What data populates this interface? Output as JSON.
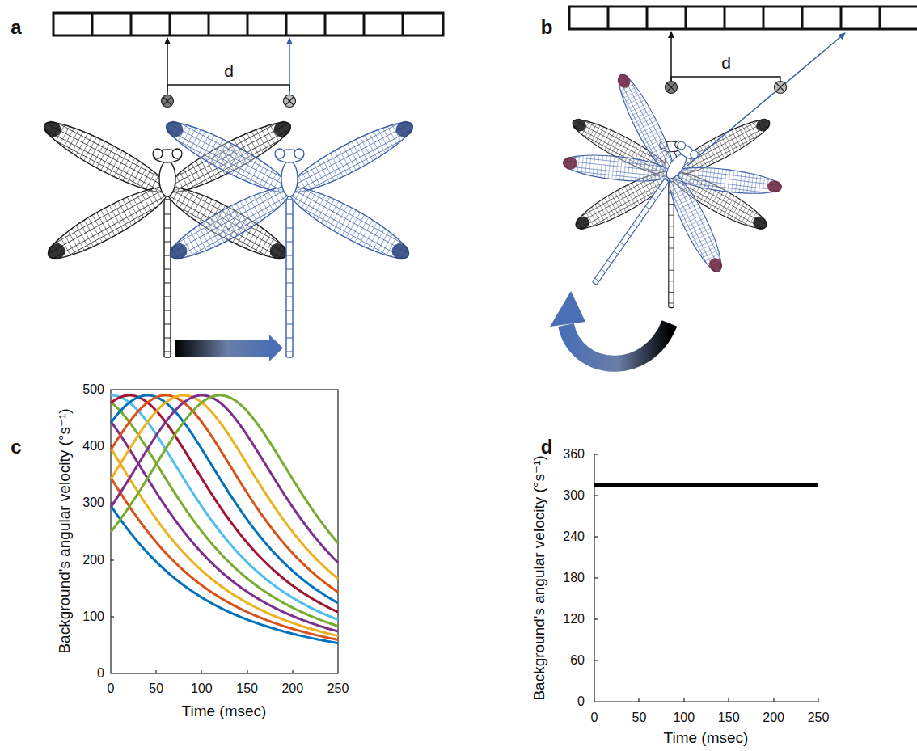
{
  "diagram": {
    "labels": [
      "a",
      "d",
      "b",
      "d",
      "c",
      "Background's angular velocity (°s⁻¹)",
      "0",
      "100",
      "200",
      "300",
      "400",
      "500",
      "0",
      "50",
      "100",
      "150",
      "200",
      "250",
      "Time (msec)",
      "d",
      "Background's angular velocity (°s⁻¹)",
      "0",
      "60",
      "120",
      "180",
      "240",
      "300",
      "360",
      "0",
      "50",
      "100",
      "150",
      "200",
      "250",
      "Time (msec)"
    ]
  }
}
